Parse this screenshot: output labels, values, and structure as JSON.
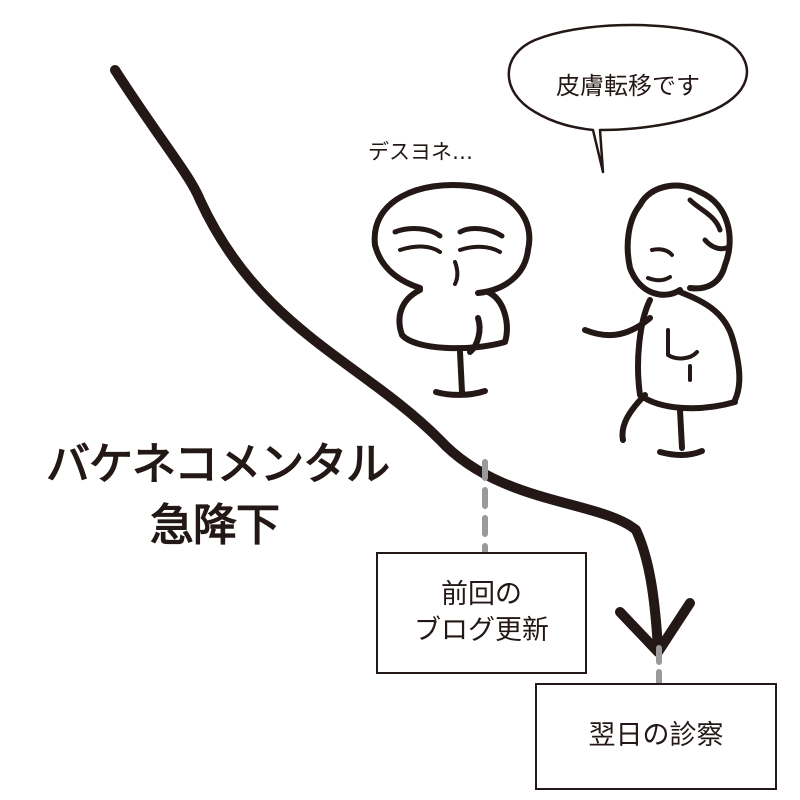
{
  "colors": {
    "ink": "#231816",
    "dash": "#9a9a9a",
    "background": "#ffffff"
  },
  "speech_bubble": {
    "text": "皮膚転移です"
  },
  "mutter_text": "デスヨネ…",
  "headline": {
    "line1": "バケネコメンタル",
    "line2": "急降下"
  },
  "markers": {
    "previous_update": {
      "line1": "前回の",
      "line2": "ブログ更新"
    },
    "next_day_exam": {
      "text": "翌日の診察"
    }
  },
  "icons": [
    "trend-arrow-icon",
    "cat-character-icon",
    "doctor-character-icon"
  ]
}
